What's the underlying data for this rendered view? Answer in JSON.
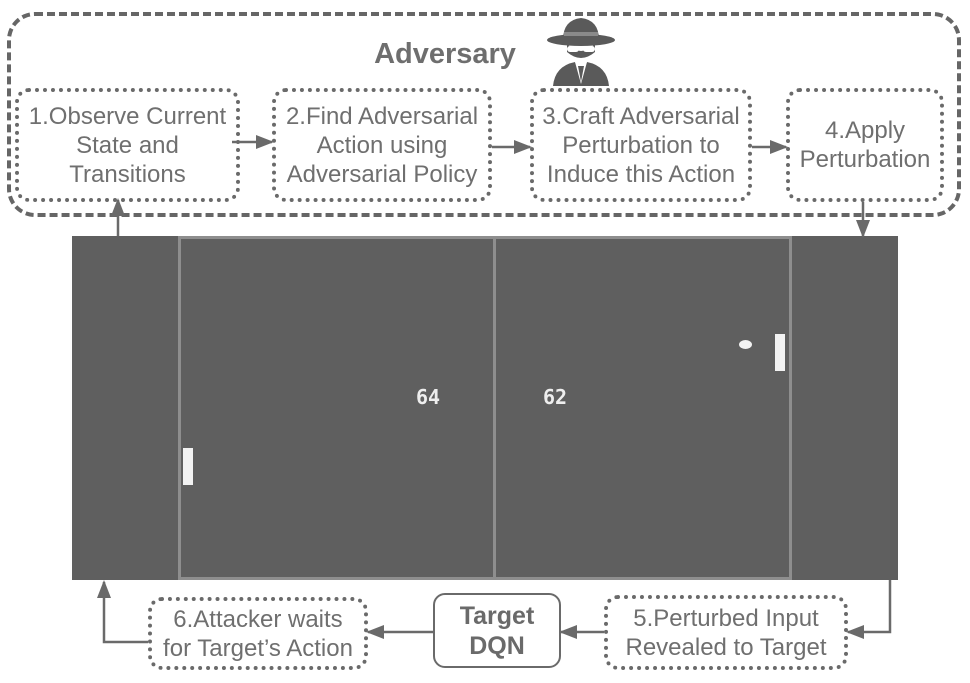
{
  "adversary": {
    "title": "Adversary"
  },
  "steps": {
    "s1": "1.Observe Current\nState and\nTransitions",
    "s2": "2.Find Adversarial\nAction using\nAdversarial Policy",
    "s3": "3.Craft Adversarial\nPerturbation to\nInduce this Action",
    "s4": "4.Apply\nPerturbation",
    "s5": "5.Perturbed Input\nRevealed to Target",
    "s6": "6.Attacker waits\nfor Target’s Action"
  },
  "target": {
    "label": "Target\nDQN"
  },
  "game": {
    "score_left": "64",
    "score_right": "62"
  },
  "icons": {
    "adversary": "spy-icon"
  },
  "colors": {
    "frame": "#666666",
    "game_bg": "#5f5f5f",
    "court_line": "#8e8e8e",
    "paddle": "#f2f2f2"
  }
}
